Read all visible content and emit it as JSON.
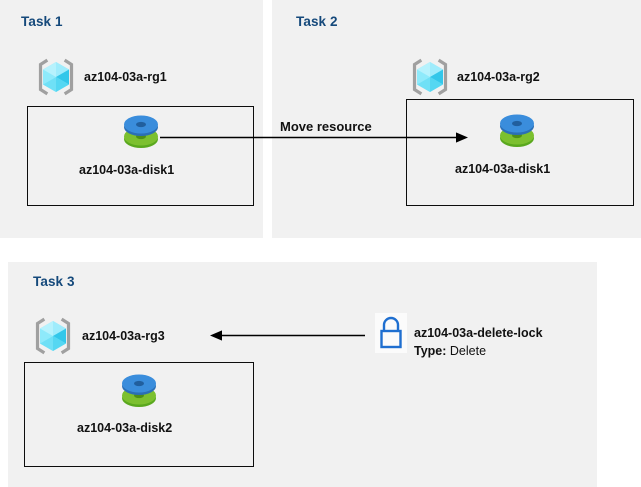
{
  "diagram": {
    "title_colors": {
      "task_label": "#15497b",
      "panel_bg": "#f1f1f1",
      "page_bg": "#ffffff",
      "box_border": "#0d0d0d",
      "arrow": "#000000",
      "lock_icon": "#1f6fd0",
      "disk_top": "#3a8ddc",
      "disk_bottom": "#74bb2a",
      "rg_cube": "#46d9f5",
      "rg_bracket": "#a0a0a0"
    },
    "panels": [
      {
        "id": "task1",
        "label": "Task 1",
        "resource_group": "az104-03a-rg1",
        "resource": "az104-03a-disk1",
        "rg_icon": "resource-group-icon",
        "resource_icon": "disk-icon"
      },
      {
        "id": "task2",
        "label": "Task 2",
        "resource_group": "az104-03a-rg2",
        "resource": "az104-03a-disk1",
        "rg_icon": "resource-group-icon",
        "resource_icon": "disk-icon"
      },
      {
        "id": "task3",
        "label": "Task 3",
        "resource_group": "az104-03a-rg3",
        "resource": "az104-03a-disk2",
        "rg_icon": "resource-group-icon",
        "resource_icon": "disk-icon"
      }
    ],
    "connectors": [
      {
        "id": "move-resource",
        "label": "Move resource",
        "direction": "right",
        "from": "az104-03a-disk1 (Task 1)",
        "to": "az104-03a-disk1 (Task 2)"
      },
      {
        "id": "lock-applies-to-rg3",
        "label": "",
        "direction": "left",
        "from": "az104-03a-delete-lock",
        "to": "az104-03a-rg3"
      }
    ],
    "lock": {
      "icon": "lock-icon",
      "name": "az104-03a-delete-lock",
      "type_label": "Type:",
      "type_value": "Delete"
    }
  }
}
